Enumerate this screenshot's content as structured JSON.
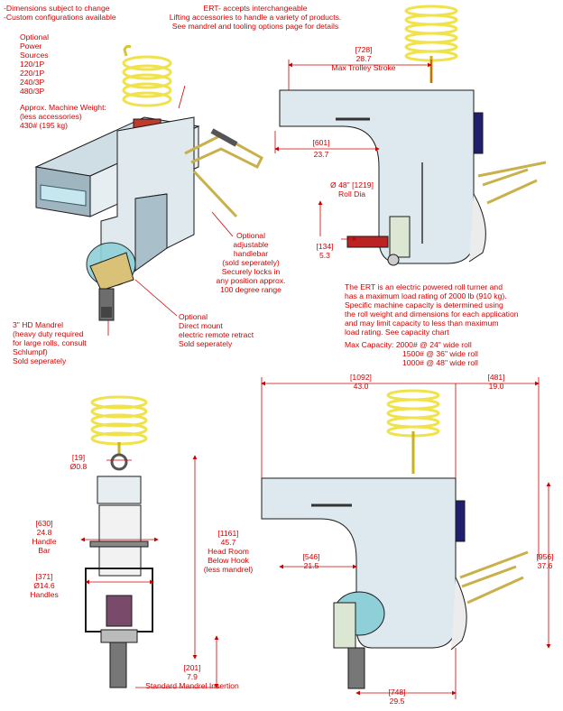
{
  "notes": [
    "-Dimensions subject to change",
    "-Custom configurations available"
  ],
  "ert_note": [
    "ERT- accepts interchangeable",
    "Lifting accessories to handle a variety of products.",
    "See mandrel and tooling options page for details"
  ],
  "power": [
    "Optional",
    "Power",
    "Sources",
    "120/1P",
    "220/1P",
    "240/3P",
    "480/3P"
  ],
  "weight": [
    "Approx. Machine Weight:",
    "(less accessories)",
    "430# (195 kg)"
  ],
  "handlebar_note": [
    "Optional",
    "adjustable",
    "handlebar",
    "(sold seperately)",
    "Securely locks in",
    "any position approx.",
    "100 degree range"
  ],
  "mandrel_note": [
    "3\" HD Mandrel",
    "(heavy duty required",
    "for large rolls, consult",
    "Schlumpf)",
    "Sold seperately"
  ],
  "retract_note": [
    "Optional",
    "Direct mount",
    "electric remote retract",
    "Sold seperately"
  ],
  "description": [
    "The ERT is an electric powered roll turner and",
    "has a maximum load rating of 2000 lb (910 kg).",
    "Specific machine capacity is determined using",
    "the roll weight and dimensions for each application",
    "and may limit capacity to less than maximum",
    "load rating.  See capacity chart"
  ],
  "capacity": [
    "Max Capacity: 2000# @ 24\" wide roll",
    "1500# @ 36\" wide roll",
    "1000# @ 48\" wide roll"
  ],
  "dims": {
    "stroke": [
      "[728]",
      "28.7",
      "Max Trolley Stroke"
    ],
    "d601": [
      "[601]",
      "23.7"
    ],
    "roll_dia": [
      "Ø 48\" [1219]",
      "Roll Dia"
    ],
    "d134": [
      "[134]",
      "5.3"
    ],
    "d1092": [
      "[1092]",
      "43.0"
    ],
    "d481": [
      "[481]",
      "19.0"
    ],
    "d19": [
      "[19]",
      "Ø0.8"
    ],
    "handle_bar": [
      "[630]",
      "24.8",
      "Handle",
      "Bar"
    ],
    "handles": [
      "[371]",
      "Ø14.6",
      "Handles"
    ],
    "head_room": [
      "[1161]",
      "45.7",
      "Head Room",
      "Below Hook",
      "(less mandrel)"
    ],
    "d546": [
      "[546]",
      "21.5"
    ],
    "d956": [
      "[956]",
      "37.6"
    ],
    "d201": [
      "[201]",
      "7.9",
      "Standard Mandrel Insertion"
    ],
    "d748": [
      "[748]",
      "29.5"
    ]
  },
  "colors": {
    "annotation": "#d40000",
    "dim_line": "#cc0000",
    "body_fill": "#dde9ee",
    "outline": "#1a1a1a",
    "spring": "#f0e24a",
    "roll": "#8fd0d8",
    "handlebar": "#e8d98a"
  }
}
